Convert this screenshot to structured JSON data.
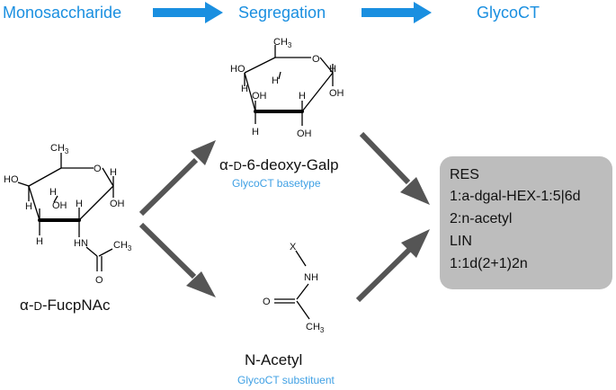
{
  "colors": {
    "header_text": "#1a8fe0",
    "header_arrow": "#1a8fe0",
    "caption_text": "#3fa0e4",
    "flow_arrow": "#555555",
    "result_box": "#bdbdbd"
  },
  "header": {
    "steps": [
      "Monosaccharide",
      "Segregation",
      "GlycoCT"
    ]
  },
  "molecules": {
    "left": {
      "name_prefix": "α-",
      "name_small": "D",
      "name_suffix": "-FucpNAc",
      "atoms": {
        "ch3": "CH",
        "ch3_sub": "3",
        "ho": "HO",
        "h": "H",
        "oh": "OH",
        "o": "O",
        "hn": "HN",
        "me": "CH",
        "me_sub": "3"
      }
    },
    "top": {
      "name_prefix": "α-",
      "name_small": "D",
      "name_suffix": "-6-deoxy-Galp",
      "caption": "GlycoCT basetype",
      "atoms": {
        "ch3": "CH",
        "ch3_sub": "3",
        "ho": "HO",
        "h": "H",
        "oh": "OH",
        "o": "O"
      }
    },
    "bottom": {
      "name": "N-Acetyl",
      "caption": "GlycoCT substituent",
      "atoms": {
        "x": "X",
        "nh": "NH",
        "o": "O",
        "me": "CH",
        "me_sub": "3"
      }
    }
  },
  "result": {
    "lines": [
      "RES",
      "1:a-dgal-HEX-1:5|6d",
      "2:n-acetyl",
      "LIN",
      "1:1d(2+1)2n"
    ]
  }
}
